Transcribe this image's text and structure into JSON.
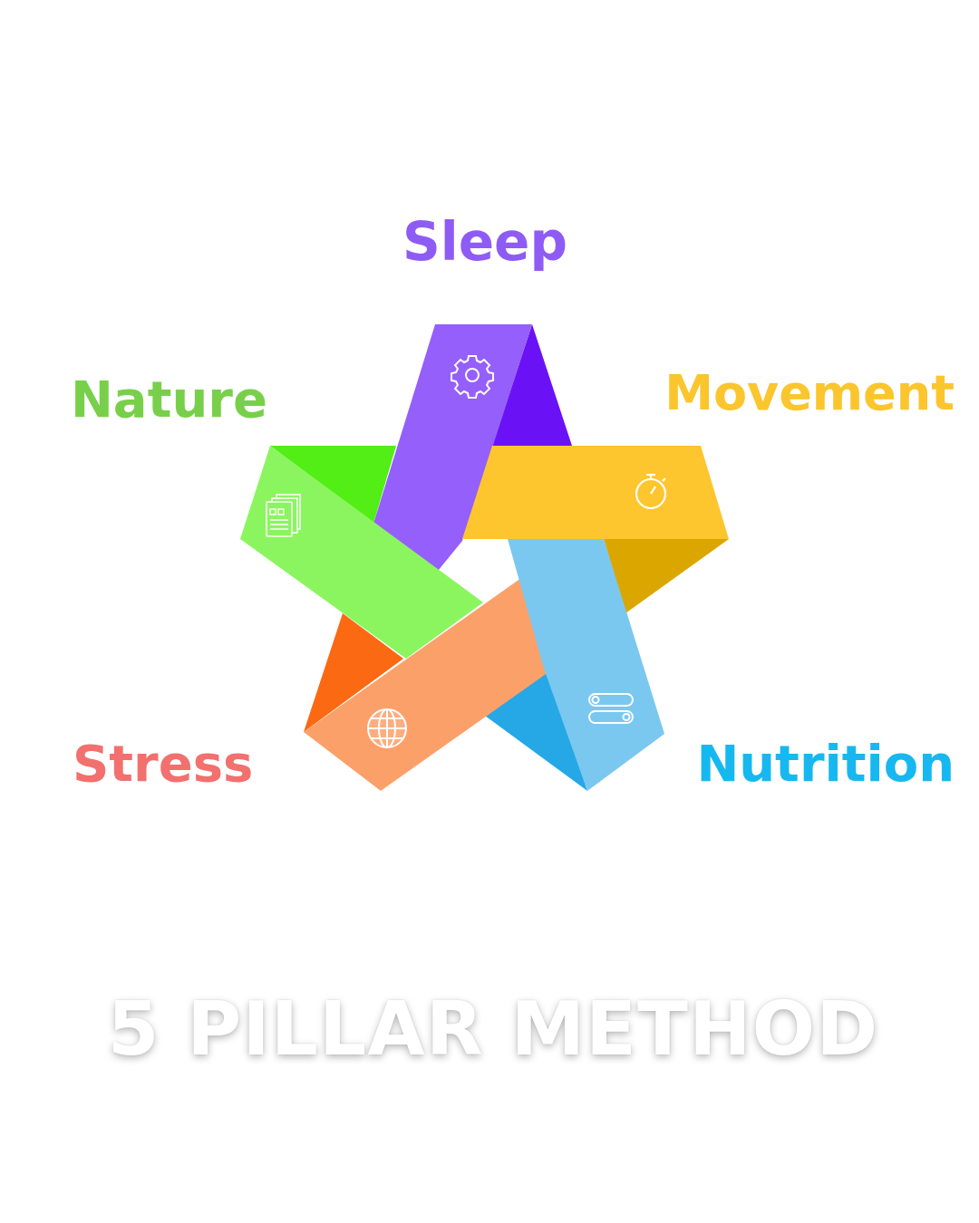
{
  "diagram": {
    "title": "5 PILLAR METHOD",
    "labels": [
      "Sleep",
      "Nature",
      "Movement",
      "Stress",
      "Nutrition"
    ]
  }
}
